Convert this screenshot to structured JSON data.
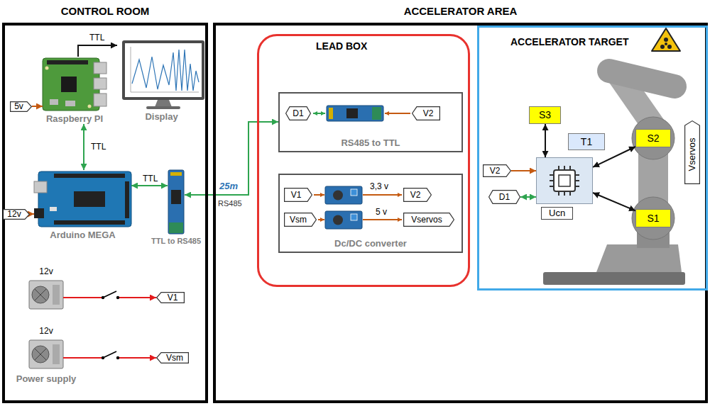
{
  "diagram": {
    "nodes": [
      {
        "text": [
          "CONTROL ROOM"
        ]
      },
      {
        "text": [
          "5v"
        ],
        "in": 0
      },
      {
        "text": [
          "Raspberry PI"
        ],
        "in": 0
      },
      {
        "text": [
          "Display"
        ],
        "in": 0
      },
      {
        "text": [
          "12v"
        ],
        "in": 0
      },
      {
        "text": [
          "Arduino MEGA"
        ],
        "in": 0
      },
      {
        "text": [
          "TTL to RS485"
        ],
        "in": 0
      },
      {
        "text": [
          "12v"
        ],
        "in": 0
      },
      {
        "text": [
          "V1"
        ],
        "in": 0
      },
      {
        "text": [
          "12v",
          "Power supply"
        ],
        "in": 0
      },
      {
        "text": [
          "Vsm"
        ],
        "in": 0
      },
      {
        "text": [
          "ACCELERATOR AREA"
        ]
      },
      {
        "text": [
          "LEAD BOX"
        ],
        "in": 11
      },
      {
        "text": [
          "RS485 to TTL"
        ],
        "in": 12
      },
      {
        "text": [
          "D1"
        ],
        "in": 13
      },
      {
        "text": [
          "V2"
        ],
        "in": 13
      },
      {
        "text": [
          "Dc/DC converter"
        ],
        "in": 12
      },
      {
        "text": [
          "V1"
        ],
        "in": 16
      },
      {
        "text": [
          "V2"
        ],
        "in": 16
      },
      {
        "text": [
          "Vsm"
        ],
        "in": 16
      },
      {
        "text": [
          "Vservos"
        ],
        "in": 16
      },
      {
        "text": [
          "ACCELERATOR TARGET"
        ],
        "in": 11
      },
      {
        "text": [
          "S3"
        ],
        "in": 21
      },
      {
        "text": [
          "T1"
        ],
        "in": 21
      },
      {
        "text": [
          "S2"
        ],
        "in": 21
      },
      {
        "text": [
          "V2"
        ],
        "in": 21
      },
      {
        "text": [
          "Ucn"
        ],
        "in": 21
      },
      {
        "text": [
          "D1"
        ],
        "in": 21
      },
      {
        "text": [
          "S1"
        ],
        "in": 21
      },
      {
        "text": [
          "Vservos"
        ],
        "in": 21
      }
    ],
    "edges": [
      {
        "from": 1,
        "to": 2,
        "arrow": "to"
      },
      {
        "from": 2,
        "to": 3,
        "label": "TTL",
        "arrow": "to"
      },
      {
        "from": 2,
        "to": 5,
        "label": "TTL",
        "arrow": "both"
      },
      {
        "from": 4,
        "to": 5,
        "arrow": "to"
      },
      {
        "from": 5,
        "to": 6,
        "label": "TTL",
        "arrow": "both"
      },
      {
        "from": 6,
        "to": 13,
        "label": "25m",
        "arrow": "both"
      },
      {
        "from": 7,
        "to": 8,
        "arrow": "to"
      },
      {
        "from": 9,
        "to": 10,
        "arrow": "to"
      },
      {
        "from": 25,
        "to": 26,
        "arrow": "to"
      },
      {
        "from": 27,
        "to": 26,
        "arrow": "both"
      },
      {
        "from": 22,
        "to": 26,
        "arrow": "both"
      },
      {
        "from": 24,
        "to": 26,
        "arrow": "both"
      },
      {
        "from": 28,
        "to": 26,
        "arrow": "both"
      }
    ],
    "labels": [
      "RS485",
      "3,3 v",
      "5 v"
    ]
  }
}
